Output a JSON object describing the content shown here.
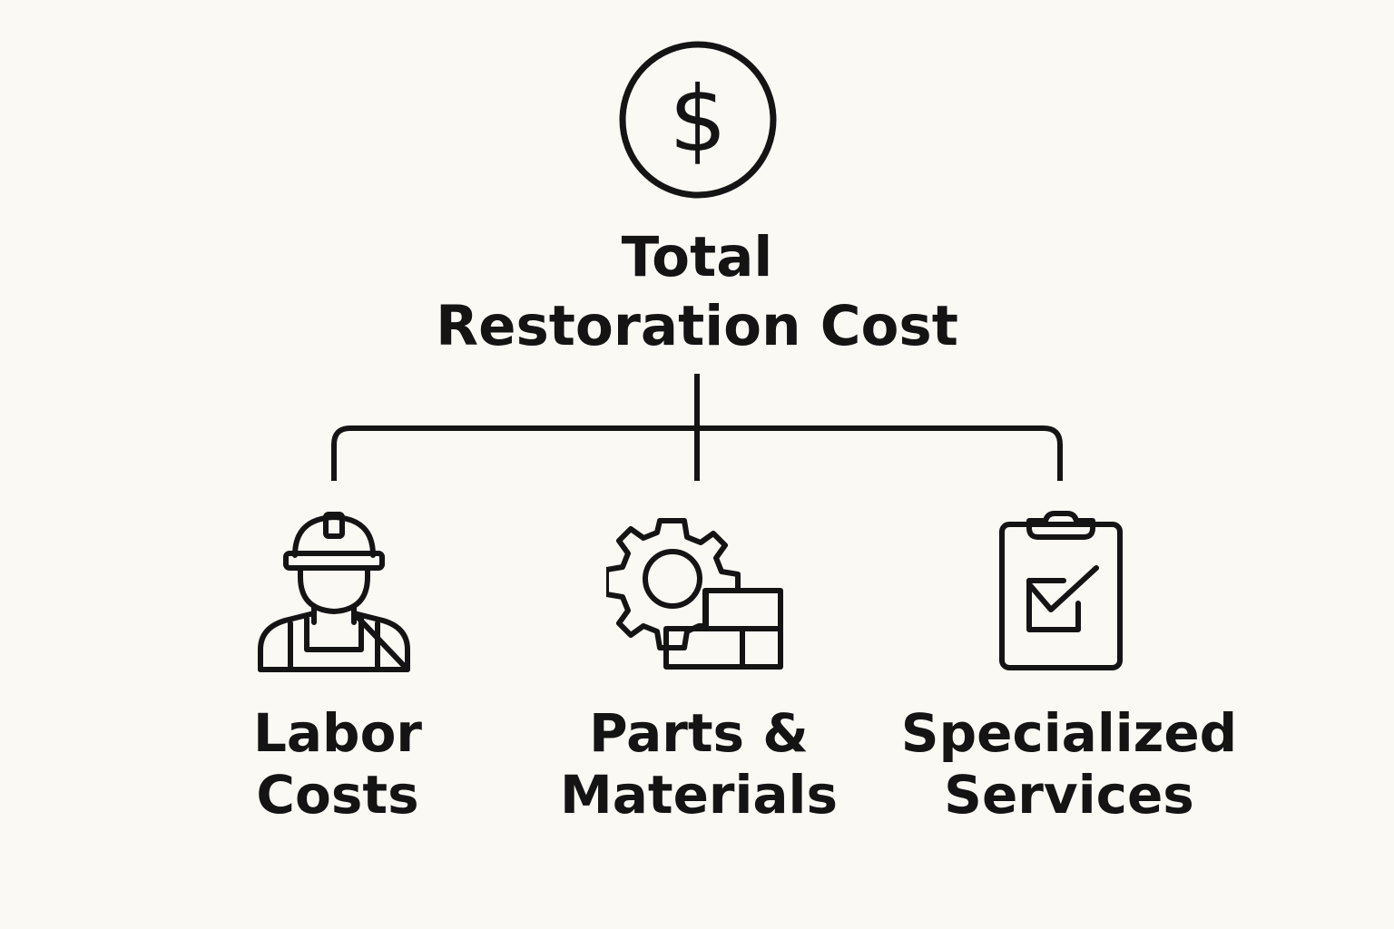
{
  "diagram": {
    "root": {
      "icon": "dollar-icon",
      "title_line1": "Total",
      "title_line2": "Restoration Cost"
    },
    "children": [
      {
        "icon": "worker-hardhat-icon",
        "label_line1": "Labor",
        "label_line2": "Costs"
      },
      {
        "icon": "gear-bricks-icon",
        "label_line1": "Parts &",
        "label_line2": "Materials"
      },
      {
        "icon": "clipboard-check-icon",
        "label_line1": "Specialized",
        "label_line2": "Services"
      }
    ]
  },
  "colors": {
    "background": "#fbf9f4",
    "stroke": "#141414"
  }
}
